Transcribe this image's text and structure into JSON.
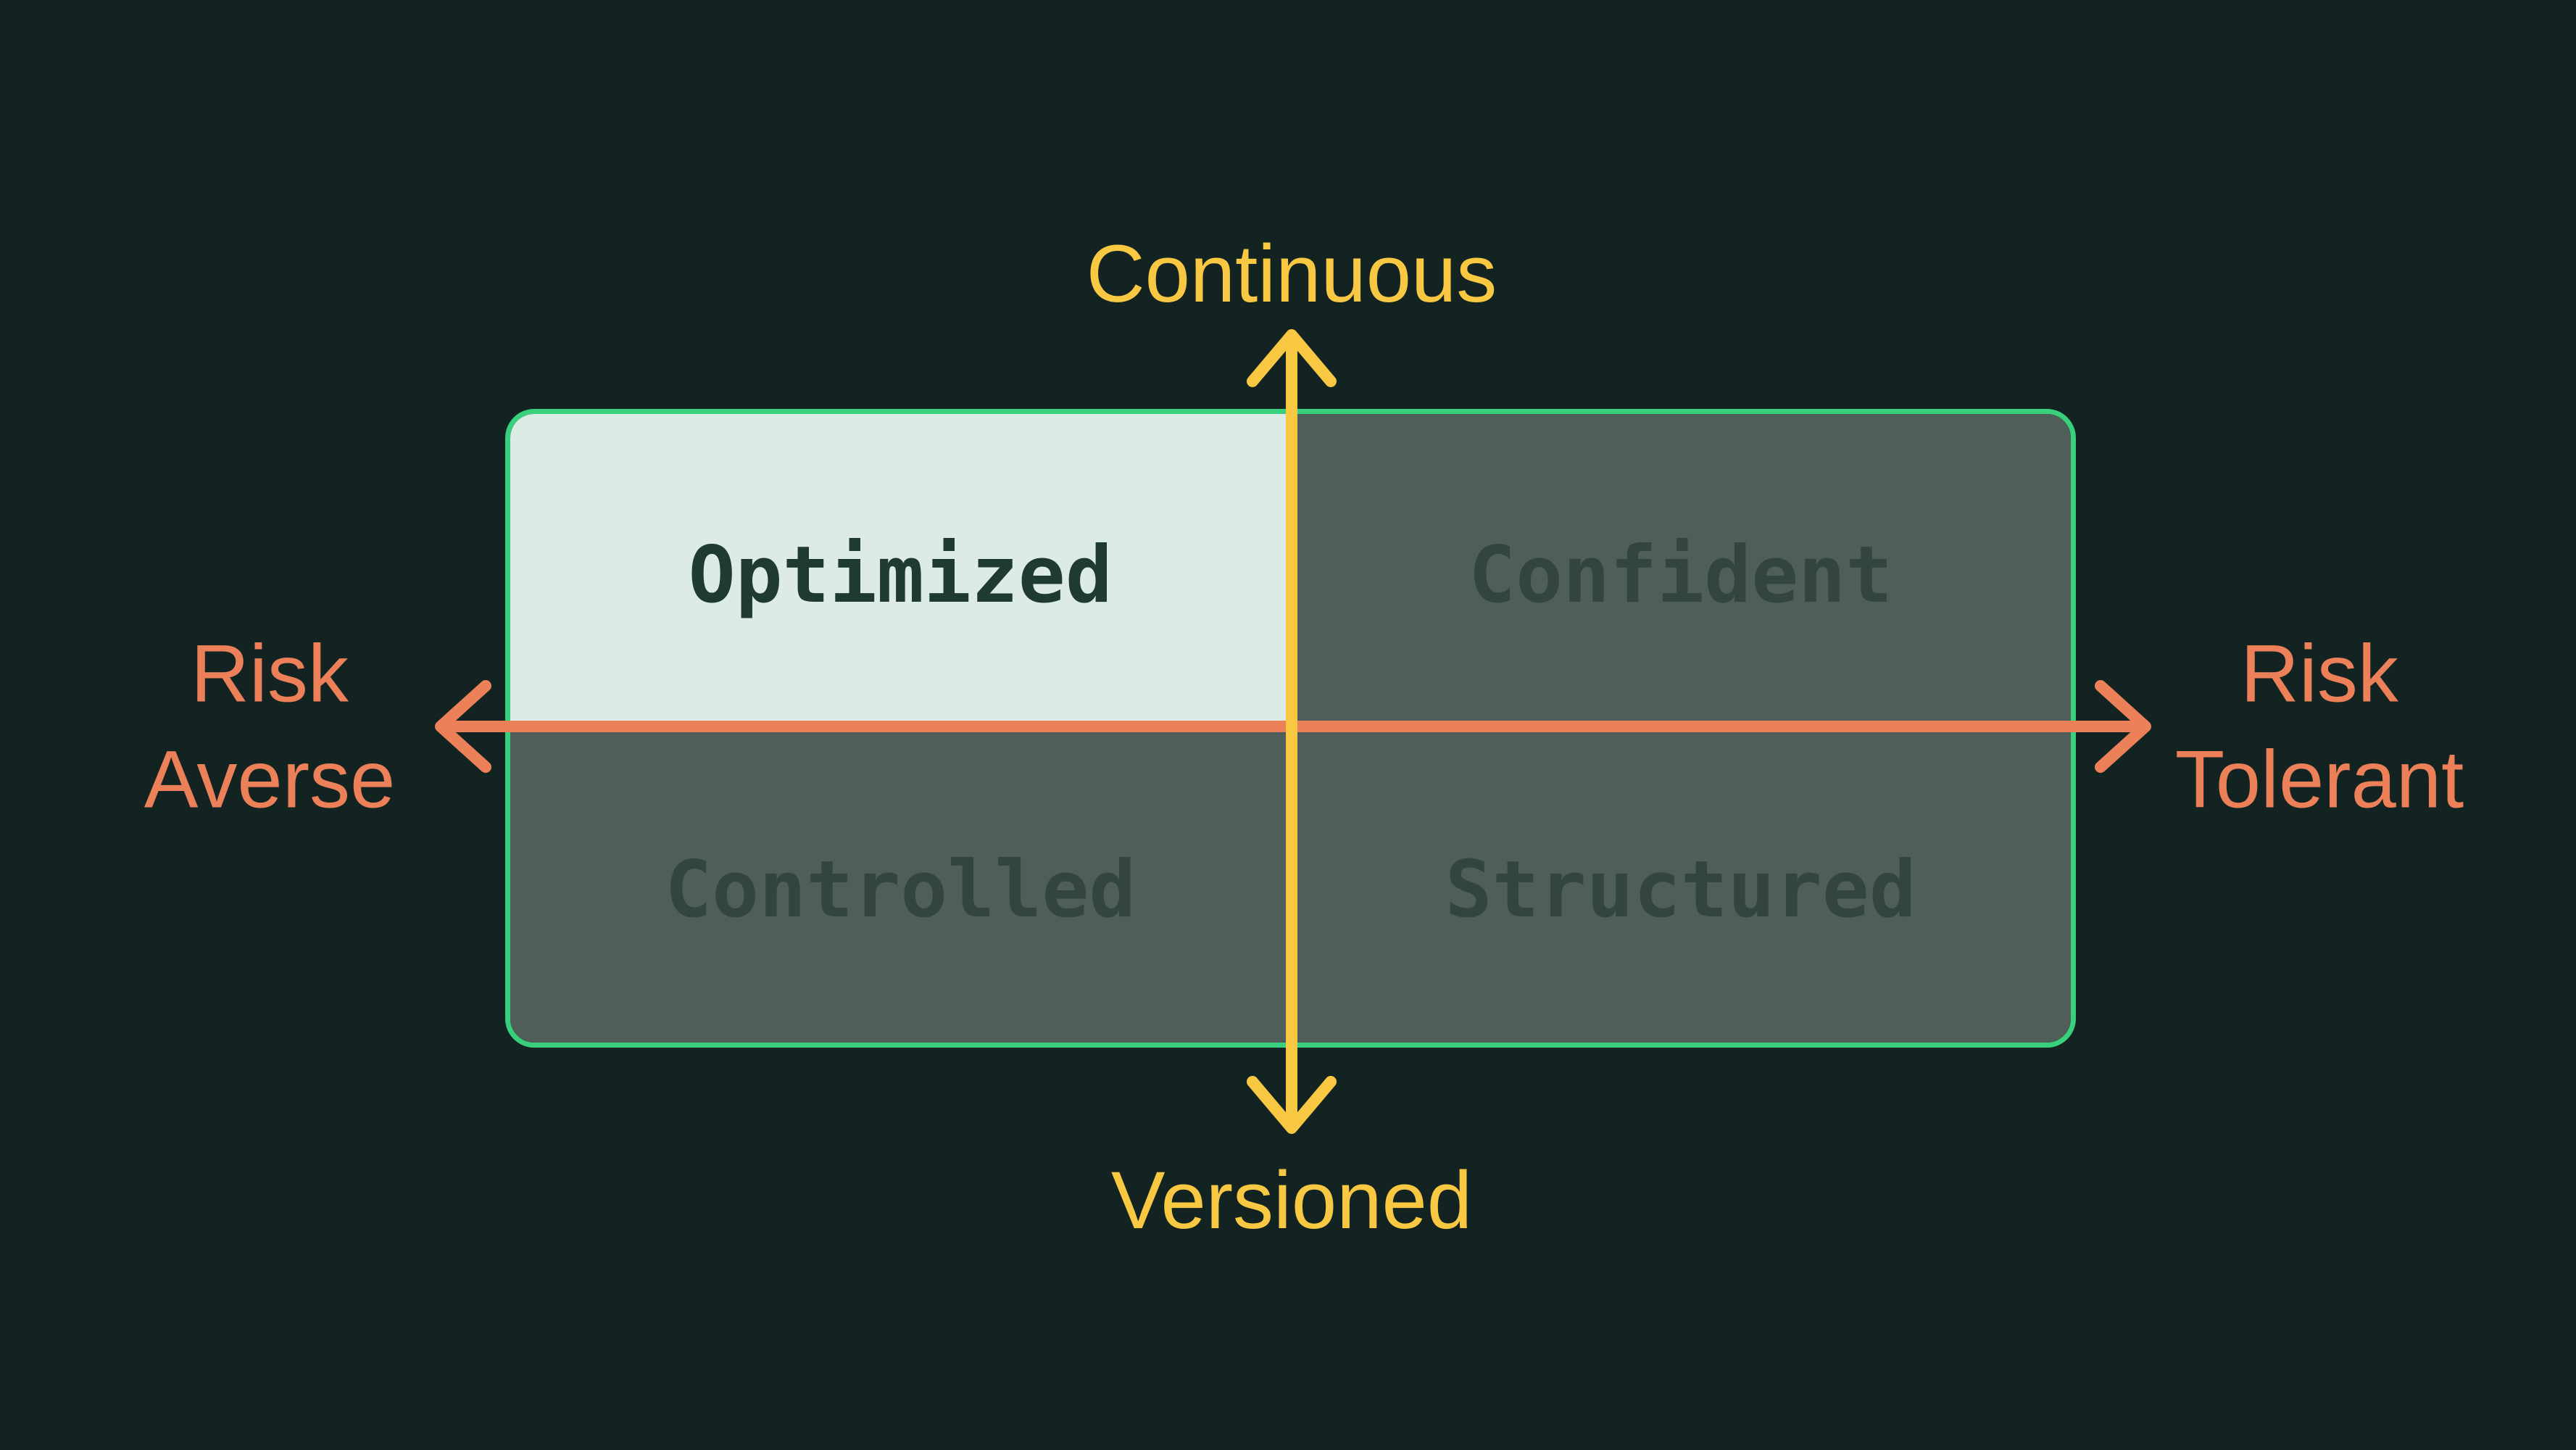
{
  "diagram": {
    "type": "2x2-quadrant-matrix",
    "vertical_axis": {
      "top_label": "Continuous",
      "bottom_label": "Versioned",
      "color": "#f9c843"
    },
    "horizontal_axis": {
      "left_label_line1": "Risk",
      "left_label_line2": "Averse",
      "right_label_line1": "Risk",
      "right_label_line2": "Tolerant",
      "color": "#ec8059"
    },
    "quadrants": [
      {
        "position": "top-left",
        "label": "Optimized",
        "highlighted": true
      },
      {
        "position": "top-right",
        "label": "Confident",
        "highlighted": false
      },
      {
        "position": "bottom-left",
        "label": "Controlled",
        "highlighted": false
      },
      {
        "position": "bottom-right",
        "label": "Structured",
        "highlighted": false
      }
    ],
    "colors": {
      "background": "#132321",
      "box_border": "#38d07d",
      "highlight_quadrant_bg": "#dcebe4",
      "dim_quadrant_bg": "#4f5e58",
      "highlight_label_text": "#1f3a31",
      "dim_label_text": "#33463e",
      "vertical_axis": "#f9c843",
      "horizontal_axis": "#ec8059"
    }
  }
}
